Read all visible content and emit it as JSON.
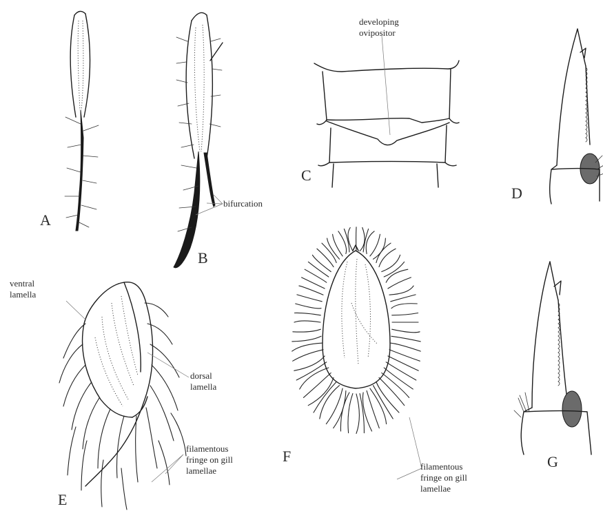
{
  "panels": {
    "a": {
      "letter": "A"
    },
    "b": {
      "letter": "B",
      "callout": "bifurcation"
    },
    "c": {
      "letter": "C",
      "callout_line1": "developing",
      "callout_line2": "ovipositor"
    },
    "d": {
      "letter": "D"
    },
    "e": {
      "letter": "E",
      "callout_ventral_1": "ventral",
      "callout_ventral_2": "lamella",
      "callout_dorsal_1": "dorsal",
      "callout_dorsal_2": "lamella",
      "callout_fringe_1": "filamentous",
      "callout_fringe_2": "fringe on gill",
      "callout_fringe_3": "lamellae"
    },
    "f": {
      "letter": "F",
      "callout_fringe_1": "filamentous",
      "callout_fringe_2": "fringe on gill",
      "callout_fringe_3": "lamellae"
    },
    "g": {
      "letter": "G"
    }
  }
}
